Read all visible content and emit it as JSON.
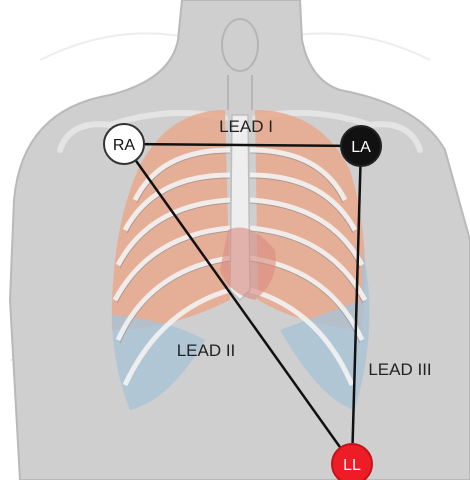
{
  "diagram": {
    "electrodes": {
      "ra": {
        "label": "RA",
        "fill": "#ffffff",
        "text_color": "#111111"
      },
      "la": {
        "label": "LA",
        "fill": "#111111",
        "text_color": "#ffffff"
      },
      "ll": {
        "label": "LL",
        "fill": "#ee1c24",
        "text_color": "#ffffff"
      }
    },
    "leads": {
      "lead1": "LEAD I",
      "lead2": "LEAD II",
      "lead3": "LEAD III"
    },
    "colors": {
      "torso": "#cfcfcf",
      "lungs": "#e9a98d",
      "pleura": "#a9c3d6",
      "ribs": "#f3f3f3",
      "lines": "#111111"
    }
  }
}
